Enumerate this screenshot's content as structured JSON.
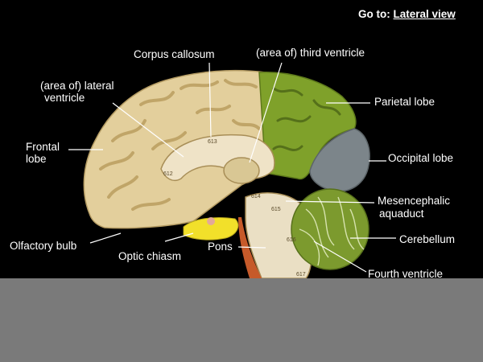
{
  "nav": {
    "prefix": "Go to:",
    "link": "Lateral view"
  },
  "labels": {
    "corpus_callosum": "Corpus callosum",
    "third_ventricle": "(area of) third ventricle",
    "lateral_ventricle_1": "(area of) lateral",
    "lateral_ventricle_2": "ventricle",
    "frontal_lobe_1": "Frontal",
    "frontal_lobe_2": "lobe",
    "parietal_lobe": "Parietal lobe",
    "occipital_lobe": "Occipital lobe",
    "mesencephalic_1": "Mesencephalic",
    "mesencephalic_2": "aquaduct",
    "cerebellum": "Cerebellum",
    "olfactory_bulb": "Olfactory bulb",
    "optic_chiasm": "Optic chiasm",
    "pons": "Pons",
    "fourth_ventricle": "Fourth ventricle"
  },
  "model_numbers": [
    "613",
    "612",
    "614",
    "615",
    "616",
    "617"
  ],
  "colors": {
    "background": "#000000",
    "frontal": "#e3cf9c",
    "parietal": "#7fa12a",
    "occipital": "#7c858a",
    "cerebellum": "#7c9a2e",
    "optic_chiasm": "#f2e02a",
    "brainstem": "#eadfc4",
    "band": "#7a7a7a"
  }
}
